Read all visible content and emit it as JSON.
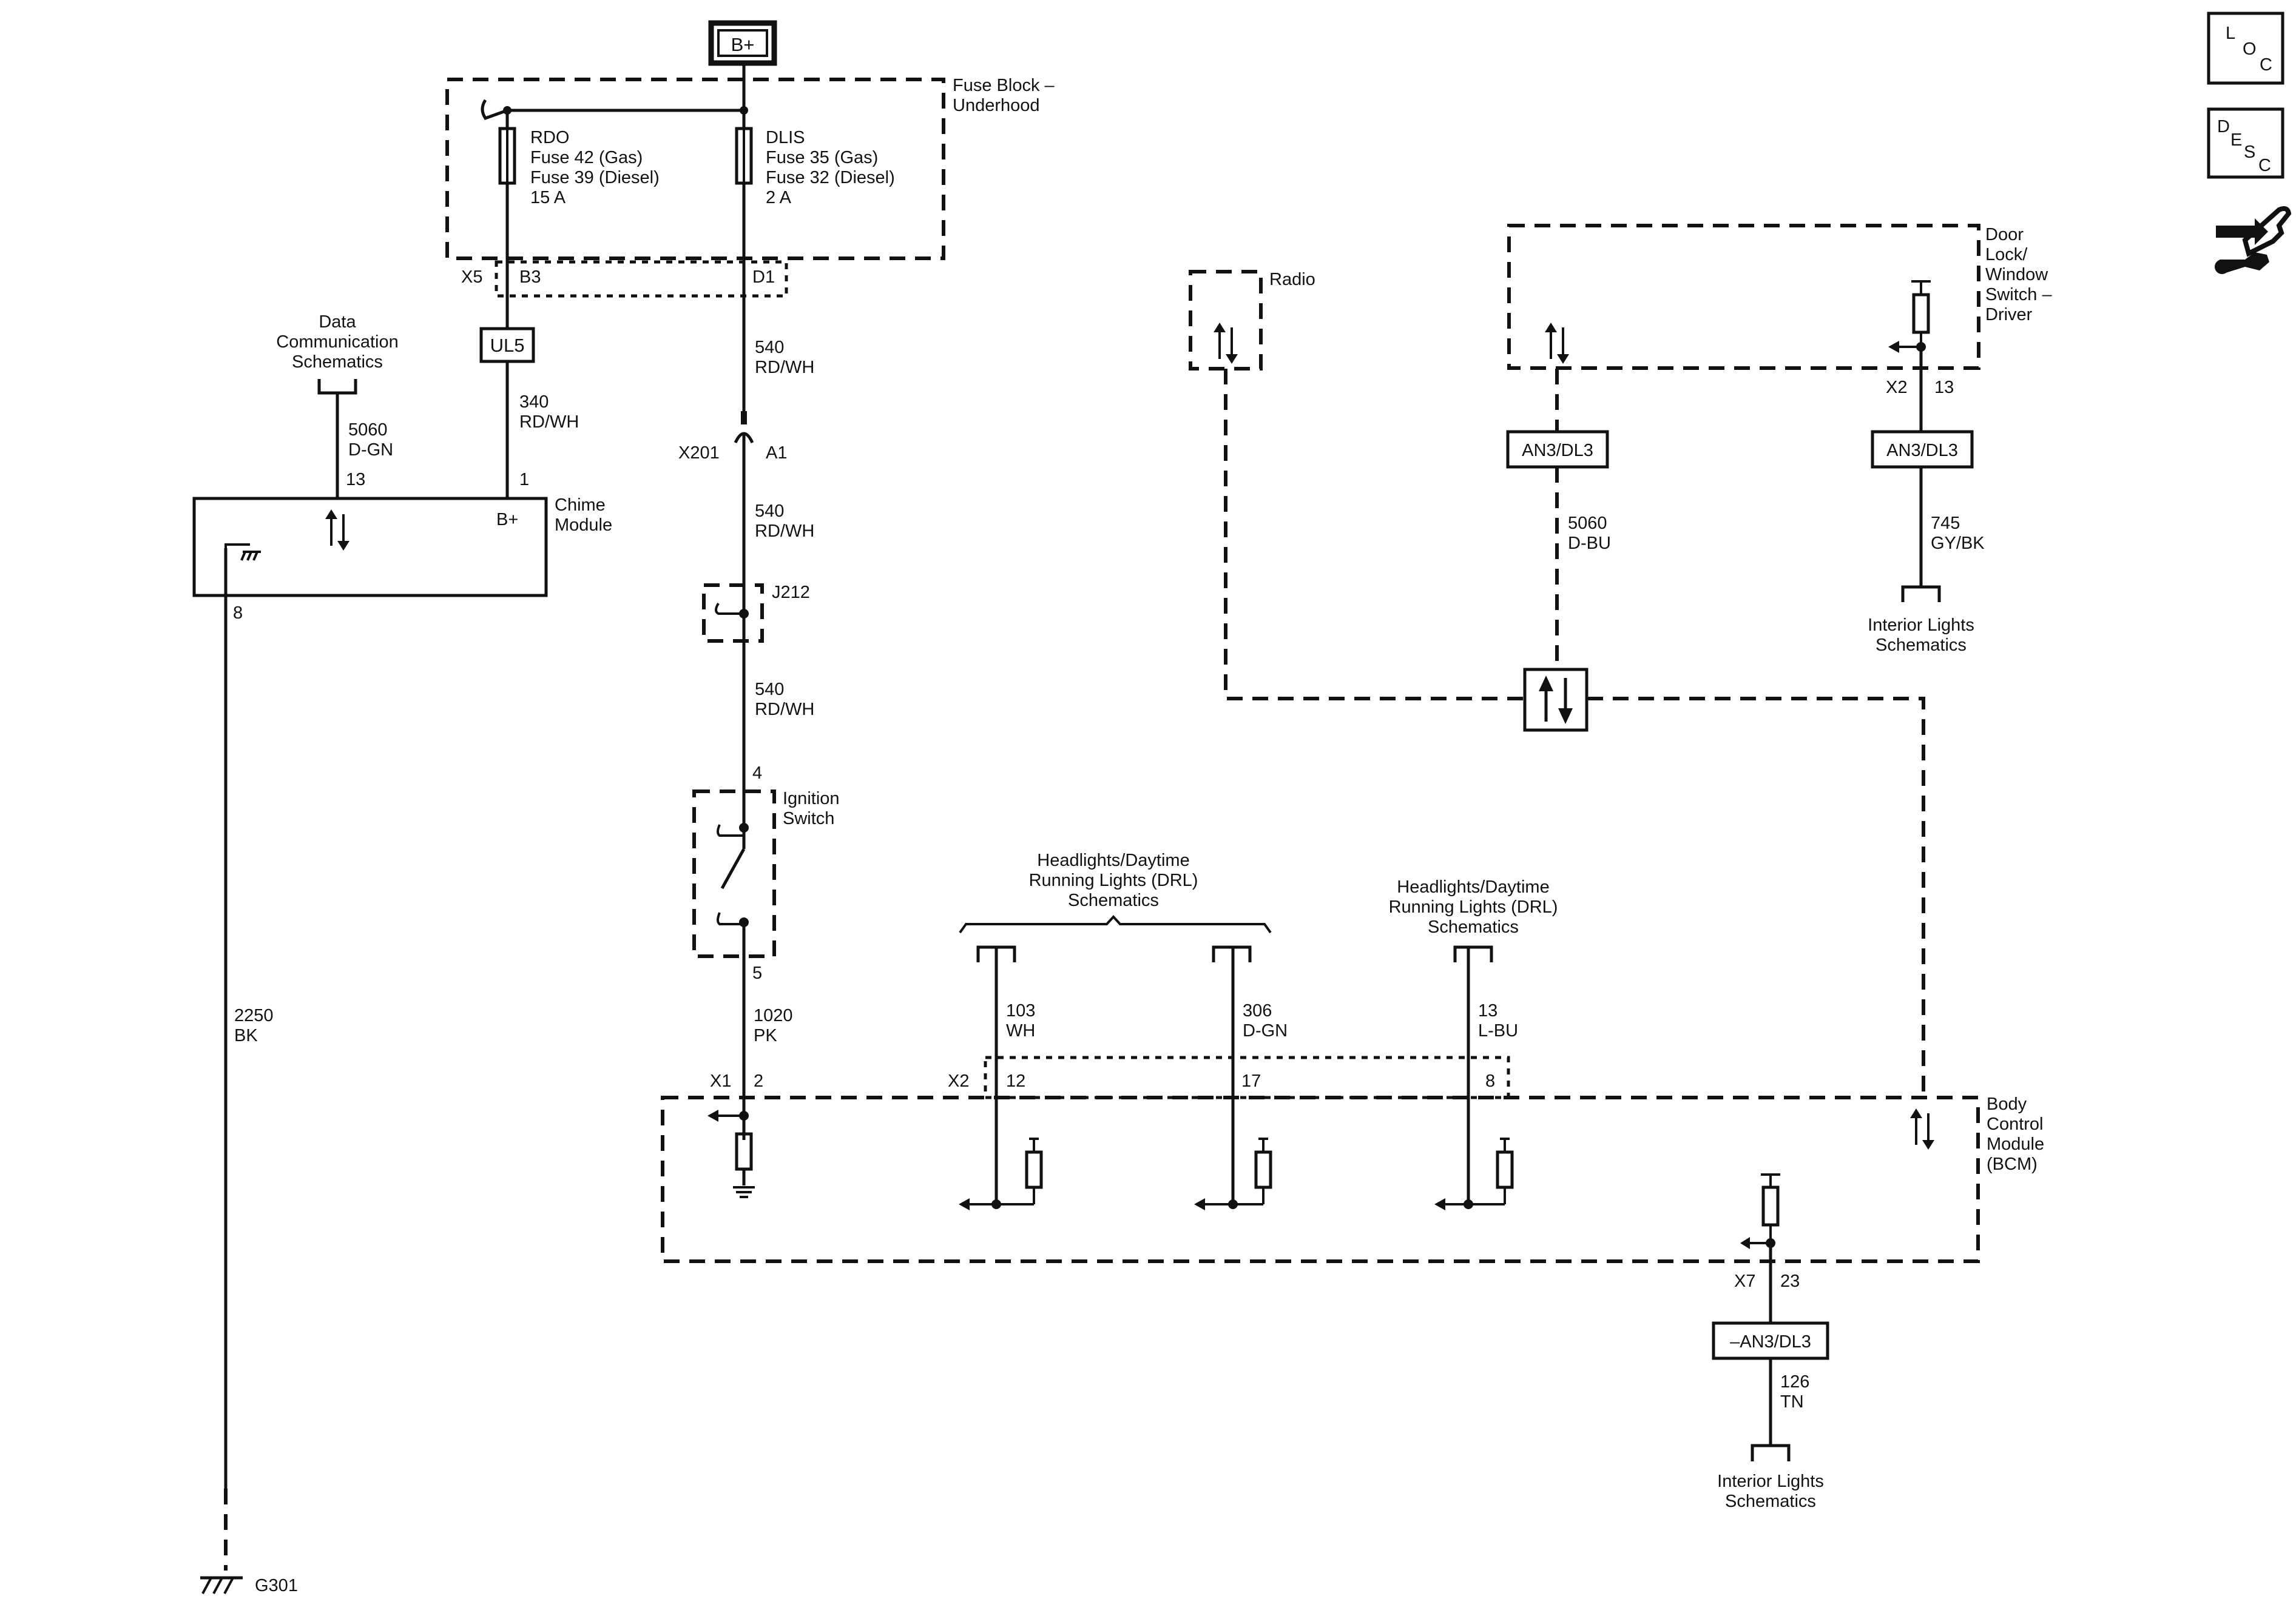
{
  "power_source": "B+",
  "fuse_block": {
    "title_line1": "Fuse Block –",
    "title_line2": "Underhood",
    "left_fuse": {
      "name": "RDO",
      "line1": "Fuse 42 (Gas)",
      "line2": "Fuse 39 (Diesel)",
      "rating": "15 A"
    },
    "right_fuse": {
      "name": "DLIS",
      "line1": "Fuse 35 (Gas)",
      "line2": "Fuse 32 (Diesel)",
      "rating": "2 A"
    },
    "connector": "X5",
    "left_pin": "B3",
    "right_pin": "D1"
  },
  "splice_ul5": "UL5",
  "wires": {
    "w340": {
      "circuit": "340",
      "color": "RD/WH"
    },
    "w540a": {
      "circuit": "540",
      "color": "RD/WH"
    },
    "w540b": {
      "circuit": "540",
      "color": "RD/WH"
    },
    "w540c": {
      "circuit": "540",
      "color": "RD/WH"
    },
    "w5060_dgn": {
      "circuit": "5060",
      "color": "D-GN"
    },
    "w1020": {
      "circuit": "1020",
      "color": "PK"
    },
    "w2250": {
      "circuit": "2250",
      "color": "BK"
    },
    "w103": {
      "circuit": "103",
      "color": "WH"
    },
    "w306": {
      "circuit": "306",
      "color": "D-GN"
    },
    "w13": {
      "circuit": "13",
      "color": "L-BU"
    },
    "w5060_dbu": {
      "circuit": "5060",
      "color": "D-BU"
    },
    "w745": {
      "circuit": "745",
      "color": "GY/BK"
    },
    "w126": {
      "circuit": "126",
      "color": "TN"
    }
  },
  "data_comm": {
    "line1": "Data",
    "line2": "Communication",
    "line3": "Schematics"
  },
  "chime_module": {
    "label_line1": "Chime",
    "label_line2": "Module",
    "pin_data": "13",
    "pin_power": "1",
    "pin_ground": "8",
    "power_label": "B+"
  },
  "ground": "G301",
  "inline_connector": {
    "name": "X201",
    "pin": "A1"
  },
  "splice_j212": "J212",
  "ignition_switch": {
    "line1": "Ignition",
    "line2": "Switch",
    "pin_in": "4",
    "pin_out": "5"
  },
  "drl_group_left": {
    "line1": "Headlights/Daytime",
    "line2": "Running Lights (DRL)",
    "line3": "Schematics"
  },
  "drl_group_right": {
    "line1": "Headlights/Daytime",
    "line2": "Running Lights (DRL)",
    "line3": "Schematics"
  },
  "bcm": {
    "line1": "Body",
    "line2": "Control",
    "line3": "Module",
    "line4": "(BCM)",
    "x1_connector": "X1",
    "x1_pin": "2",
    "x2_connector": "X2",
    "x2_pin_a": "12",
    "x2_pin_b": "17",
    "x2_pin_c": "8",
    "x7_connector": "X7",
    "x7_pin": "23"
  },
  "radio": "Radio",
  "door_switch": {
    "line1": "Door",
    "line2": "Lock/",
    "line3": "Window",
    "line4": "Switch –",
    "line5": "Driver",
    "connector": "X2",
    "pin": "13"
  },
  "option_codes": {
    "left": "AN3/DL3",
    "right": "AN3/DL3",
    "bottom": "–AN3/DL3"
  },
  "interior_right": {
    "line1": "Interior Lights",
    "line2": "Schematics"
  },
  "interior_bottom": {
    "line1": "Interior Lights",
    "line2": "Schematics"
  },
  "side_icons": {
    "loc": {
      "l": "L",
      "o": "O",
      "c": "C"
    },
    "desc": {
      "d": "D",
      "e": "E",
      "s": "S",
      "c": "C"
    },
    "connector_icon": "connector-and-wrench-icon"
  }
}
